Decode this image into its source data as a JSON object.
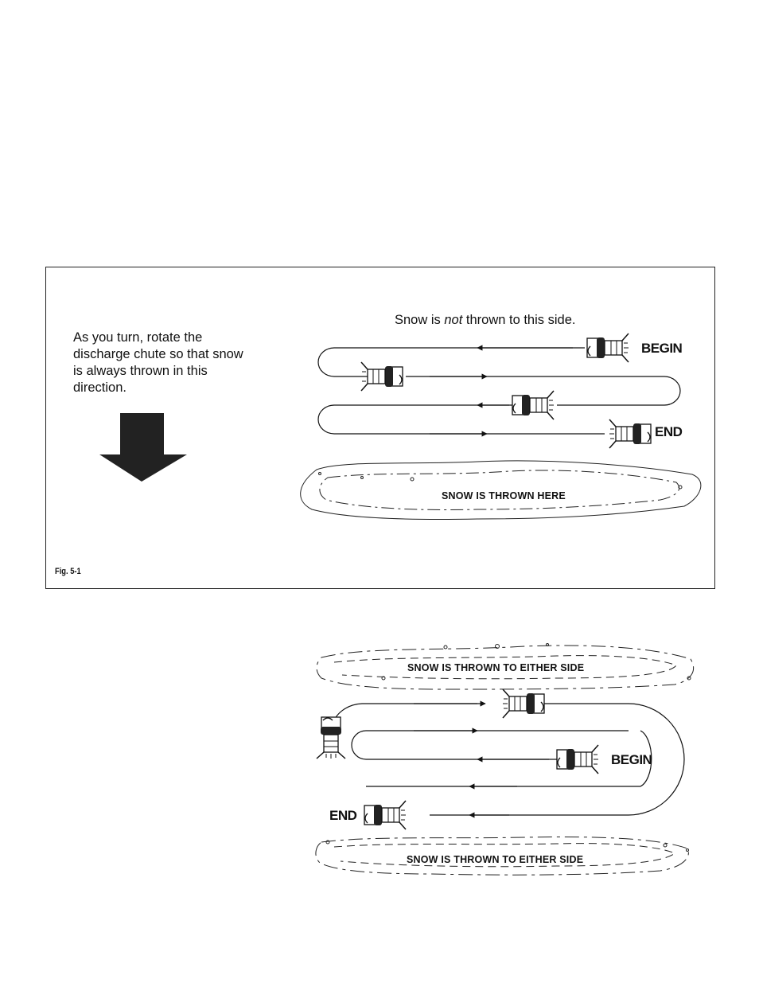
{
  "figure_label": "Fig. 5-1",
  "top_diagram": {
    "instruction": "As you turn, rotate the discharge chute so that snow is always thrown in this direction.",
    "side_note_prefix": "Snow is ",
    "side_note_emphasis": "not",
    "side_note_suffix": " thrown to this side.",
    "begin_label": "BEGIN",
    "end_label": "END",
    "snow_label": "SNOW IS THROWN HERE"
  },
  "bottom_diagram": {
    "snow_label_top": "SNOW IS THROWN TO EITHER SIDE",
    "snow_label_bottom": "SNOW IS THROWN TO EITHER SIDE",
    "begin_label": "BEGIN",
    "end_label": "END"
  },
  "colors": {
    "ink": "#111111",
    "background": "#ffffff"
  }
}
